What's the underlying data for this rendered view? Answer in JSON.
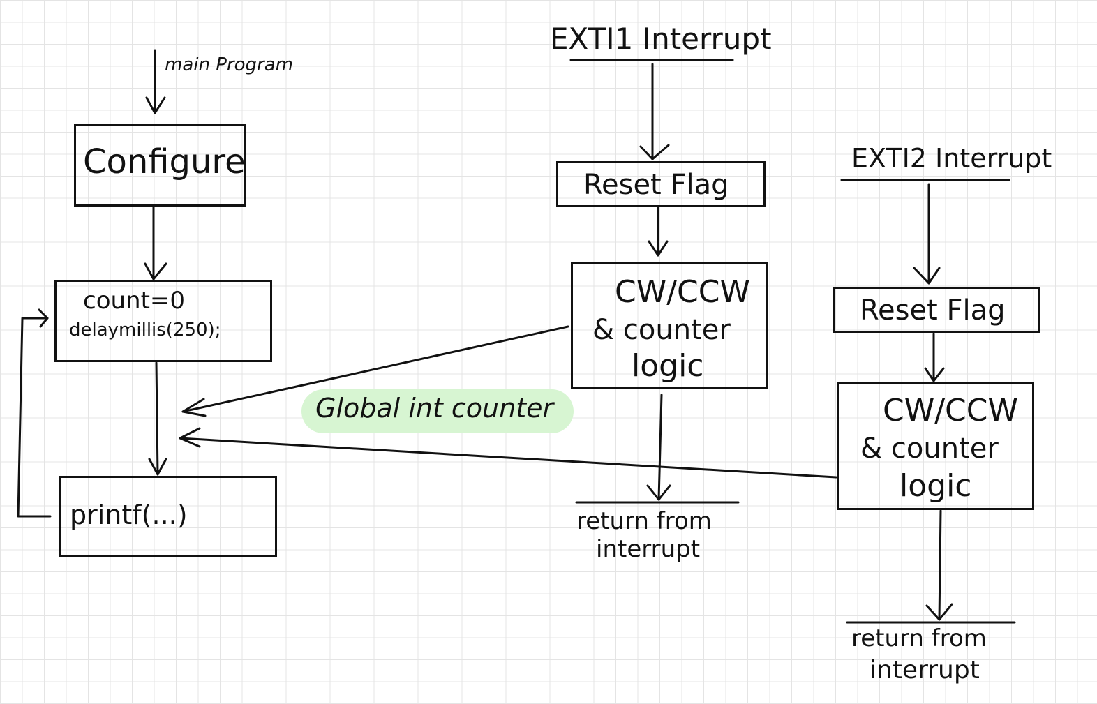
{
  "main": {
    "entry_label": "main Program",
    "configure_label": "Configure",
    "loop_line1": "count=0",
    "loop_line2": "delaymillis(250);",
    "printf_label": "printf(...)"
  },
  "shared": {
    "global_label": "Global int counter"
  },
  "ext11": {
    "title": "EXTI1 Interrupt",
    "reset_label": "Reset Flag",
    "logic_line1": "CW/CCW",
    "logic_line2": "& counter",
    "logic_line3": "logic",
    "return_line1": "return from",
    "return_line2": "interrupt"
  },
  "ext12": {
    "title": "EXTI2 Interrupt",
    "reset_label": "Reset Flag",
    "logic_line1": "CW/CCW",
    "logic_line2": "& counter",
    "logic_line3": "logic",
    "return_line1": "return from",
    "return_line2": "interrupt"
  },
  "colors": {
    "ink": "#111111",
    "highlight": "#d7f5d2",
    "grid": "#e4e4e4"
  }
}
